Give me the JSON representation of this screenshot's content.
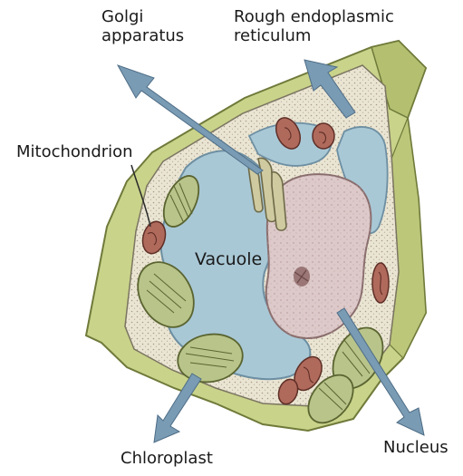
{
  "labels": {
    "golgi": [
      "Golgi",
      "apparatus"
    ],
    "rough_er": [
      "Rough endoplasmic",
      "reticulum"
    ],
    "mitochondrion": "Mitochondrion",
    "vacuole": "Vacuole",
    "chloroplast": "Chloroplast",
    "nucleus": "Nucleus"
  },
  "colors": {
    "cell_wall": "#c9d38a",
    "cytoplasm": "#eae5d3",
    "vacuole": "#a9c8d6",
    "nucleus": "#ddc9c9",
    "chloroplast": "#b8c48a",
    "mitochondrion": "#b06a5c",
    "pointer": "#7a9bb4"
  }
}
